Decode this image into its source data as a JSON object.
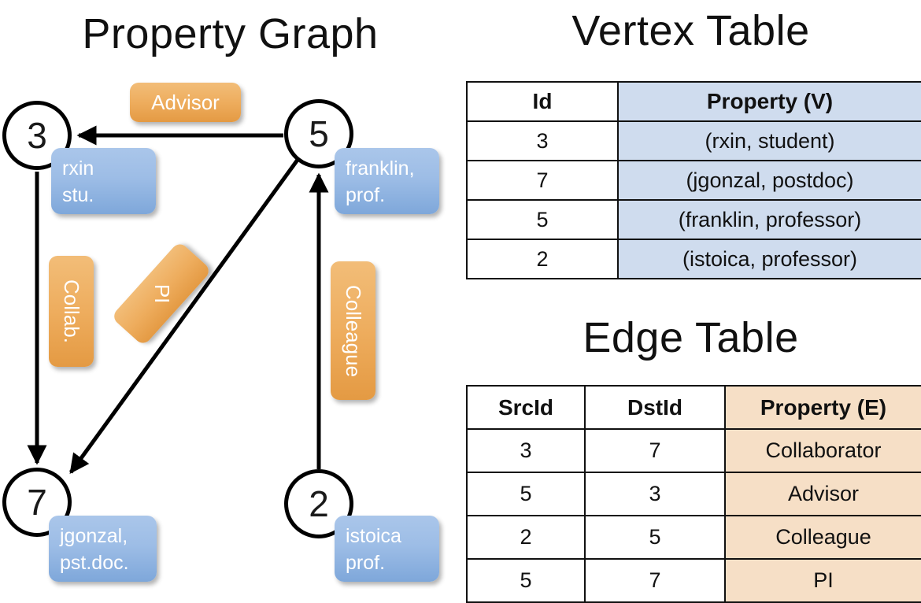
{
  "titles": {
    "property_graph": "Property Graph",
    "vertex_table": "Vertex Table",
    "edge_table": "Edge Table"
  },
  "graph": {
    "nodes": [
      {
        "id": "3",
        "label": "3",
        "prop_line1": "rxin",
        "prop_line2": "stu."
      },
      {
        "id": "5",
        "label": "5",
        "prop_line1": "franklin,",
        "prop_line2": "prof."
      },
      {
        "id": "7",
        "label": "7",
        "prop_line1": "jgonzal,",
        "prop_line2": "pst.doc."
      },
      {
        "id": "2",
        "label": "2",
        "prop_line1": "istoica",
        "prop_line2": "prof."
      }
    ],
    "edge_labels": [
      {
        "key": "advisor",
        "text": "Advisor"
      },
      {
        "key": "collab",
        "text": "Collab."
      },
      {
        "key": "pi",
        "text": "PI"
      },
      {
        "key": "colleague",
        "text": "Colleague"
      }
    ],
    "colors": {
      "node_stroke": "#000000",
      "property_box": "#9dbde6",
      "edge_label_box": "#eead5e",
      "edge_line": "#000000"
    }
  },
  "vertex_table": {
    "headers": [
      "Id",
      "Property (V)"
    ],
    "rows": [
      {
        "id": "3",
        "property": "(rxin, student)"
      },
      {
        "id": "7",
        "property": "(jgonzal, postdoc)"
      },
      {
        "id": "5",
        "property": "(franklin, professor)"
      },
      {
        "id": "2",
        "property": "(istoica, professor)"
      }
    ]
  },
  "edge_table": {
    "headers": [
      "SrcId",
      "DstId",
      "Property (E)"
    ],
    "rows": [
      {
        "src": "3",
        "dst": "7",
        "property": "Collaborator"
      },
      {
        "src": "5",
        "dst": "3",
        "property": "Advisor"
      },
      {
        "src": "2",
        "dst": "5",
        "property": "Colleague"
      },
      {
        "src": "5",
        "dst": "7",
        "property": "PI"
      }
    ]
  },
  "chart_data": {
    "type": "diagram",
    "title": "Property Graph",
    "nodes": [
      {
        "id": 3,
        "name": "rxin",
        "role": "student"
      },
      {
        "id": 7,
        "name": "jgonzal",
        "role": "postdoc"
      },
      {
        "id": 5,
        "name": "franklin",
        "role": "professor"
      },
      {
        "id": 2,
        "name": "istoica",
        "role": "professor"
      }
    ],
    "edges": [
      {
        "src": 3,
        "dst": 7,
        "property": "Collaborator"
      },
      {
        "src": 5,
        "dst": 3,
        "property": "Advisor"
      },
      {
        "src": 2,
        "dst": 5,
        "property": "Colleague"
      },
      {
        "src": 5,
        "dst": 7,
        "property": "PI"
      }
    ]
  }
}
